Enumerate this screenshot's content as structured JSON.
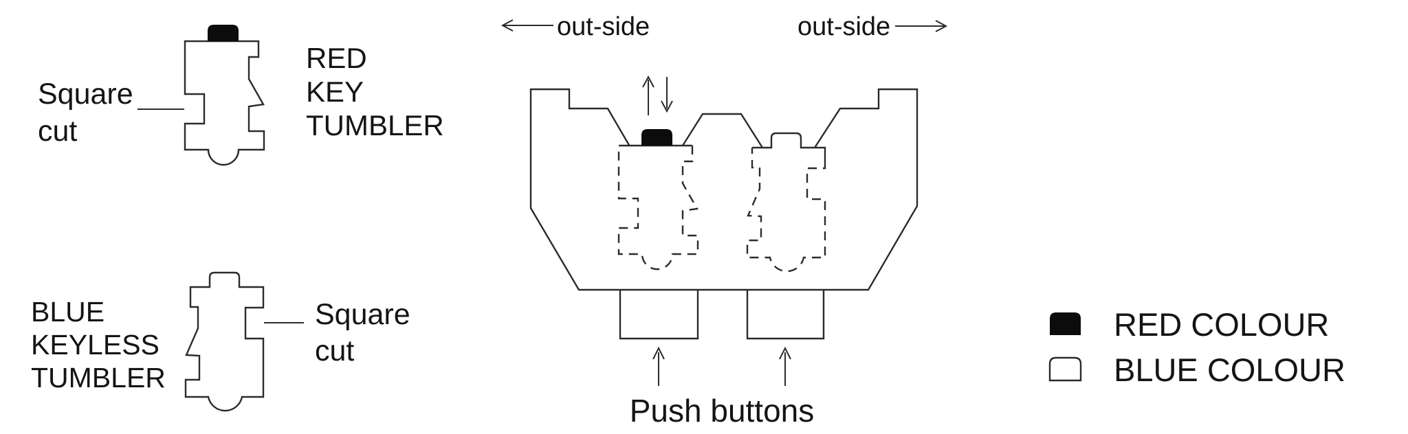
{
  "colors": {
    "background": "#ffffff",
    "line": "#2b2b2b",
    "red_fill": "#0c0c0c",
    "blue_fill": "#ffffff",
    "text": "#141414"
  },
  "red_tumbler": {
    "name_lines": [
      "RED",
      "KEY",
      "TUMBLER"
    ],
    "callout_lines": [
      "Square",
      "cut"
    ]
  },
  "blue_tumbler": {
    "name_lines": [
      "BLUE",
      "KEYLESS",
      "TUMBLER"
    ],
    "callout_lines": [
      "Square",
      "cut"
    ]
  },
  "assembly": {
    "outside_left_label": "out-side",
    "outside_right_label": "out-side",
    "push_buttons_label": "Push buttons"
  },
  "legend": {
    "red_label": "RED COLOUR",
    "blue_label": "BLUE COLOUR"
  }
}
